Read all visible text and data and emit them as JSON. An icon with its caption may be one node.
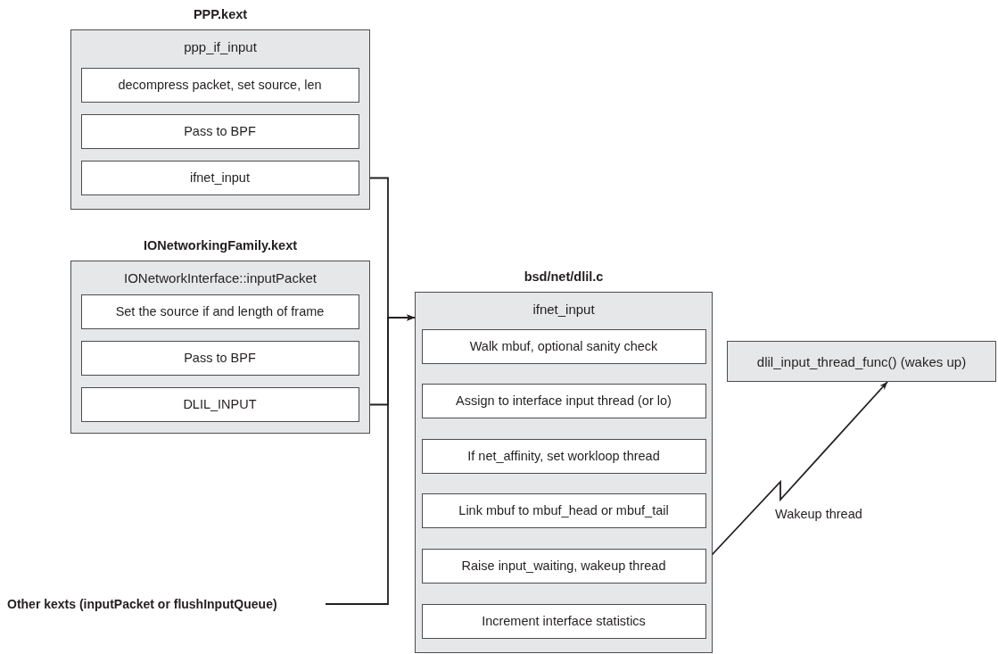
{
  "diagram": {
    "nodes": [
      {
        "text": [
          "PPP.kext",
          "ppp_if_input"
        ]
      },
      {
        "text": [
          "decompress packet, set source, len"
        ],
        "in": 0
      },
      {
        "text": [
          "Pass to BPF"
        ],
        "in": 0
      },
      {
        "text": [
          "ifnet_input"
        ],
        "in": 0
      },
      {
        "text": [
          "IONetworkingFamily.kext",
          "IONetworkInterface::inputPacket"
        ]
      },
      {
        "text": [
          "Set the source if and length of frame"
        ],
        "in": 4
      },
      {
        "text": [
          "Pass to BPF"
        ],
        "in": 4
      },
      {
        "text": [
          "DLIL_INPUT"
        ],
        "in": 4
      },
      {
        "text": [
          "Other kexts (inputPacket or flushInputQueue)"
        ]
      },
      {
        "text": [
          "bsd/net/dlil.c",
          "ifnet_input"
        ]
      },
      {
        "text": [
          "Walk mbuf, optional sanity check"
        ],
        "in": 9
      },
      {
        "text": [
          "Assign to interface input thread (or lo)"
        ],
        "in": 9
      },
      {
        "text": [
          "If net_affinity, set workloop thread"
        ],
        "in": 9
      },
      {
        "text": [
          "Link mbuf to mbuf_head or mbuf_tail"
        ],
        "in": 9
      },
      {
        "text": [
          "Raise input_waiting, wakeup thread"
        ],
        "in": 9
      },
      {
        "text": [
          "Increment interface statistics"
        ],
        "in": 9
      },
      {
        "text": [
          "dlil_input_thread_func() (wakes up)"
        ]
      }
    ],
    "edges": [
      {
        "from": 3,
        "to": 9,
        "arrow": "to"
      },
      {
        "from": 7,
        "to": 9,
        "arrow": "to"
      },
      {
        "from": 8,
        "to": 9,
        "arrow": "to"
      },
      {
        "from": 14,
        "to": 16,
        "label": "Wakeup thread",
        "arrow": "to"
      }
    ]
  }
}
